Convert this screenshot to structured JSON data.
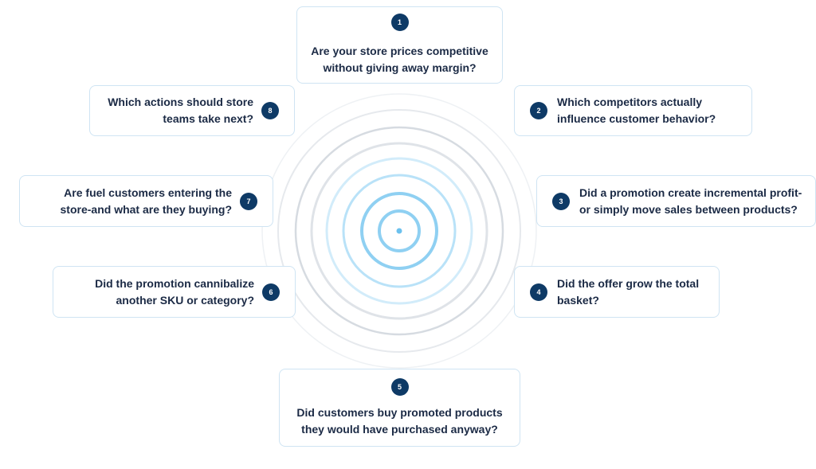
{
  "colors": {
    "badge": "#0e3a66",
    "text": "#1b2a45",
    "card_border": "#cfe4f3",
    "ring_blue": "#8fd0f2",
    "ring_gray": "#d6dbe1"
  },
  "questions": [
    {
      "number": "1",
      "text": "Are your store prices competitive\nwithout giving away margin?"
    },
    {
      "number": "2",
      "text": "Which competitors actually\ninfluence customer behavior?"
    },
    {
      "number": "3",
      "text": "Did a promotion create incremental profit-\nor simply move sales between products?"
    },
    {
      "number": "4",
      "text": "Did the offer grow the total\nbasket?"
    },
    {
      "number": "5",
      "text": "Did customers buy promoted products\nthey would have purchased anyway?"
    },
    {
      "number": "6",
      "text": "Did the promotion cannibalize\nanother SKU or category?"
    },
    {
      "number": "7",
      "text": "Are fuel customers entering the\nstore-and what are they buying?"
    },
    {
      "number": "8",
      "text": "Which actions should store\nteams take next?"
    }
  ]
}
